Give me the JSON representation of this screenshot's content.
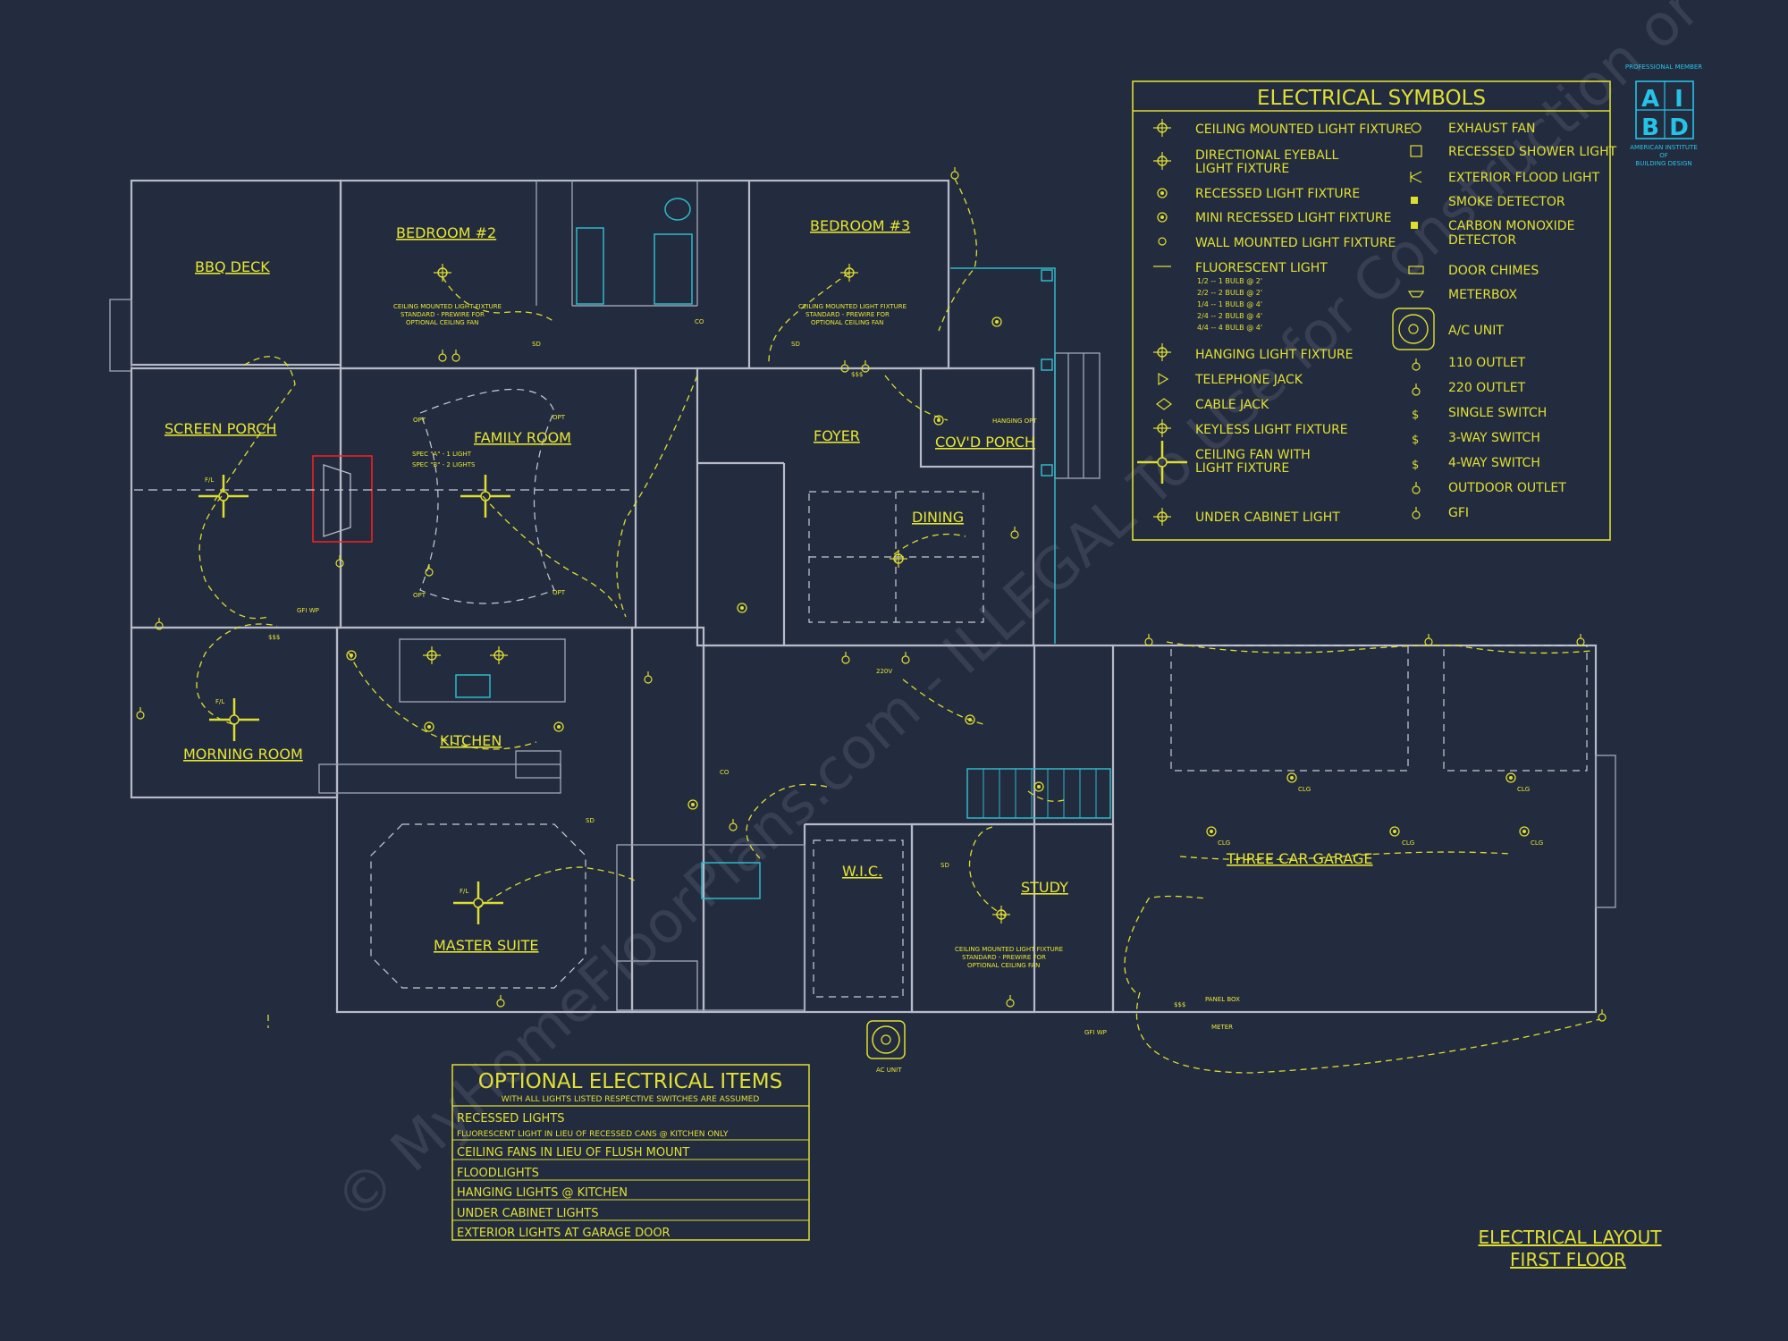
{
  "rooms": {
    "bbq_deck": "BBQ DECK",
    "bedroom2": "BEDROOM #2",
    "bedroom3": "BEDROOM #3",
    "screen_porch": "SCREEN PORCH",
    "family_room": "FAMILY ROOM",
    "foyer": "FOYER",
    "covd_porch": "COV'D PORCH",
    "dining": "DINING",
    "kitchen": "KITCHEN",
    "morning_room": "MORNING ROOM",
    "master_suite": "MASTER SUITE",
    "wic": "W.I.C.",
    "study": "STUDY",
    "garage": "THREE CAR GARAGE"
  },
  "notes": {
    "fan_note_1": "CEILING MOUNTED LIGHT FIXTURE",
    "fan_note_2": "STANDARD - PREWIRE FOR",
    "fan_note_3": "OPTIONAL CEILING FAN",
    "spec_a": "SPEC \"A\" - 1 LIGHT",
    "spec_b": "SPEC \"B\" - 2 LIGHTS",
    "hanging_opt": "HANGING OPT",
    "panel_box": "PANEL BOX",
    "meter": "METER",
    "ac_unit": "AC UNIT",
    "gfi_wp": "GFI WP",
    "sd": "SD",
    "co": "CO",
    "clg": "CLG",
    "fl": "F/L",
    "opt": "OPT",
    "switches": "$$$",
    "v220": "220V"
  },
  "legend": {
    "title": "ELECTRICAL SYMBOLS",
    "left": [
      {
        "label": "CEILING MOUNTED LIGHT FIXTURE"
      },
      {
        "label": "DIRECTIONAL EYEBALL",
        "label2": "LIGHT FIXTURE"
      },
      {
        "label": "RECESSED LIGHT FIXTURE"
      },
      {
        "label": "MINI RECESSED LIGHT FIXTURE"
      },
      {
        "label": "WALL MOUNTED LIGHT FIXTURE"
      },
      {
        "label": "FLUORESCENT LIGHT"
      },
      {
        "label": "HANGING LIGHT FIXTURE"
      },
      {
        "label": "TELEPHONE JACK"
      },
      {
        "label": "CABLE JACK"
      },
      {
        "label": "KEYLESS LIGHT FIXTURE"
      },
      {
        "label": "CEILING FAN WITH",
        "label2": "LIGHT FIXTURE"
      },
      {
        "label": "UNDER CABINET LIGHT"
      }
    ],
    "fluorescent_sub": [
      "1/2 -- 1 BULB @ 2'",
      "2/2 -- 2 BULB @ 2'",
      "1/4 -- 1 BULB @ 4'",
      "2/4 -- 2 BULB @ 4'",
      "4/4 -- 4 BULB @ 4'"
    ],
    "right": [
      {
        "label": "EXHAUST FAN"
      },
      {
        "label": "RECESSED SHOWER LIGHT"
      },
      {
        "label": "EXTERIOR FLOOD LIGHT"
      },
      {
        "label": "SMOKE DETECTOR"
      },
      {
        "label": "CARBON MONOXIDE",
        "label2": "DETECTOR"
      },
      {
        "label": "DOOR CHIMES"
      },
      {
        "label": "METERBOX"
      },
      {
        "label": "A/C UNIT"
      },
      {
        "label": "110 OUTLET"
      },
      {
        "label": "220 OUTLET"
      },
      {
        "label": "SINGLE SWITCH"
      },
      {
        "label": "3-WAY SWITCH"
      },
      {
        "label": "4-WAY SWITCH"
      },
      {
        "label": "OUTDOOR OUTLET"
      },
      {
        "label": "GFI"
      }
    ]
  },
  "logo": {
    "top": "PROFESSIONAL MEMBER",
    "letters": [
      "A",
      "I",
      "B",
      "D"
    ],
    "name1": "AMERICAN INSTITUTE",
    "name2": "OF",
    "name3": "BUILDING DESIGN"
  },
  "optional_items": {
    "title": "OPTIONAL ELECTRICAL ITEMS",
    "subtitle": "WITH ALL LIGHTS LISTED RESPECTIVE SWITCHES ARE ASSUMED",
    "rows": [
      "RECESSED LIGHTS",
      "FLUORESCENT LIGHT IN LIEU OF RECESSED CANS @ KITCHEN ONLY",
      "CEILING FANS IN LIEU OF FLUSH MOUNT",
      "FLOODLIGHTS",
      "HANGING LIGHTS @ KITCHEN",
      "UNDER CABINET LIGHTS",
      "EXTERIOR LIGHTS AT GARAGE DOOR"
    ]
  },
  "sheet_title": {
    "line1": "ELECTRICAL LAYOUT",
    "line2": "FIRST FLOOR"
  },
  "watermark": "© MyHomeFloorPlans.com - ILLEGAL To Use for Construction or Estimations",
  "colors": {
    "background": "#232b3e",
    "wall": "#b7bbc8",
    "electrical": "#e6e632",
    "plumbing": "#2fb9c9",
    "accent": "#ff0000"
  }
}
